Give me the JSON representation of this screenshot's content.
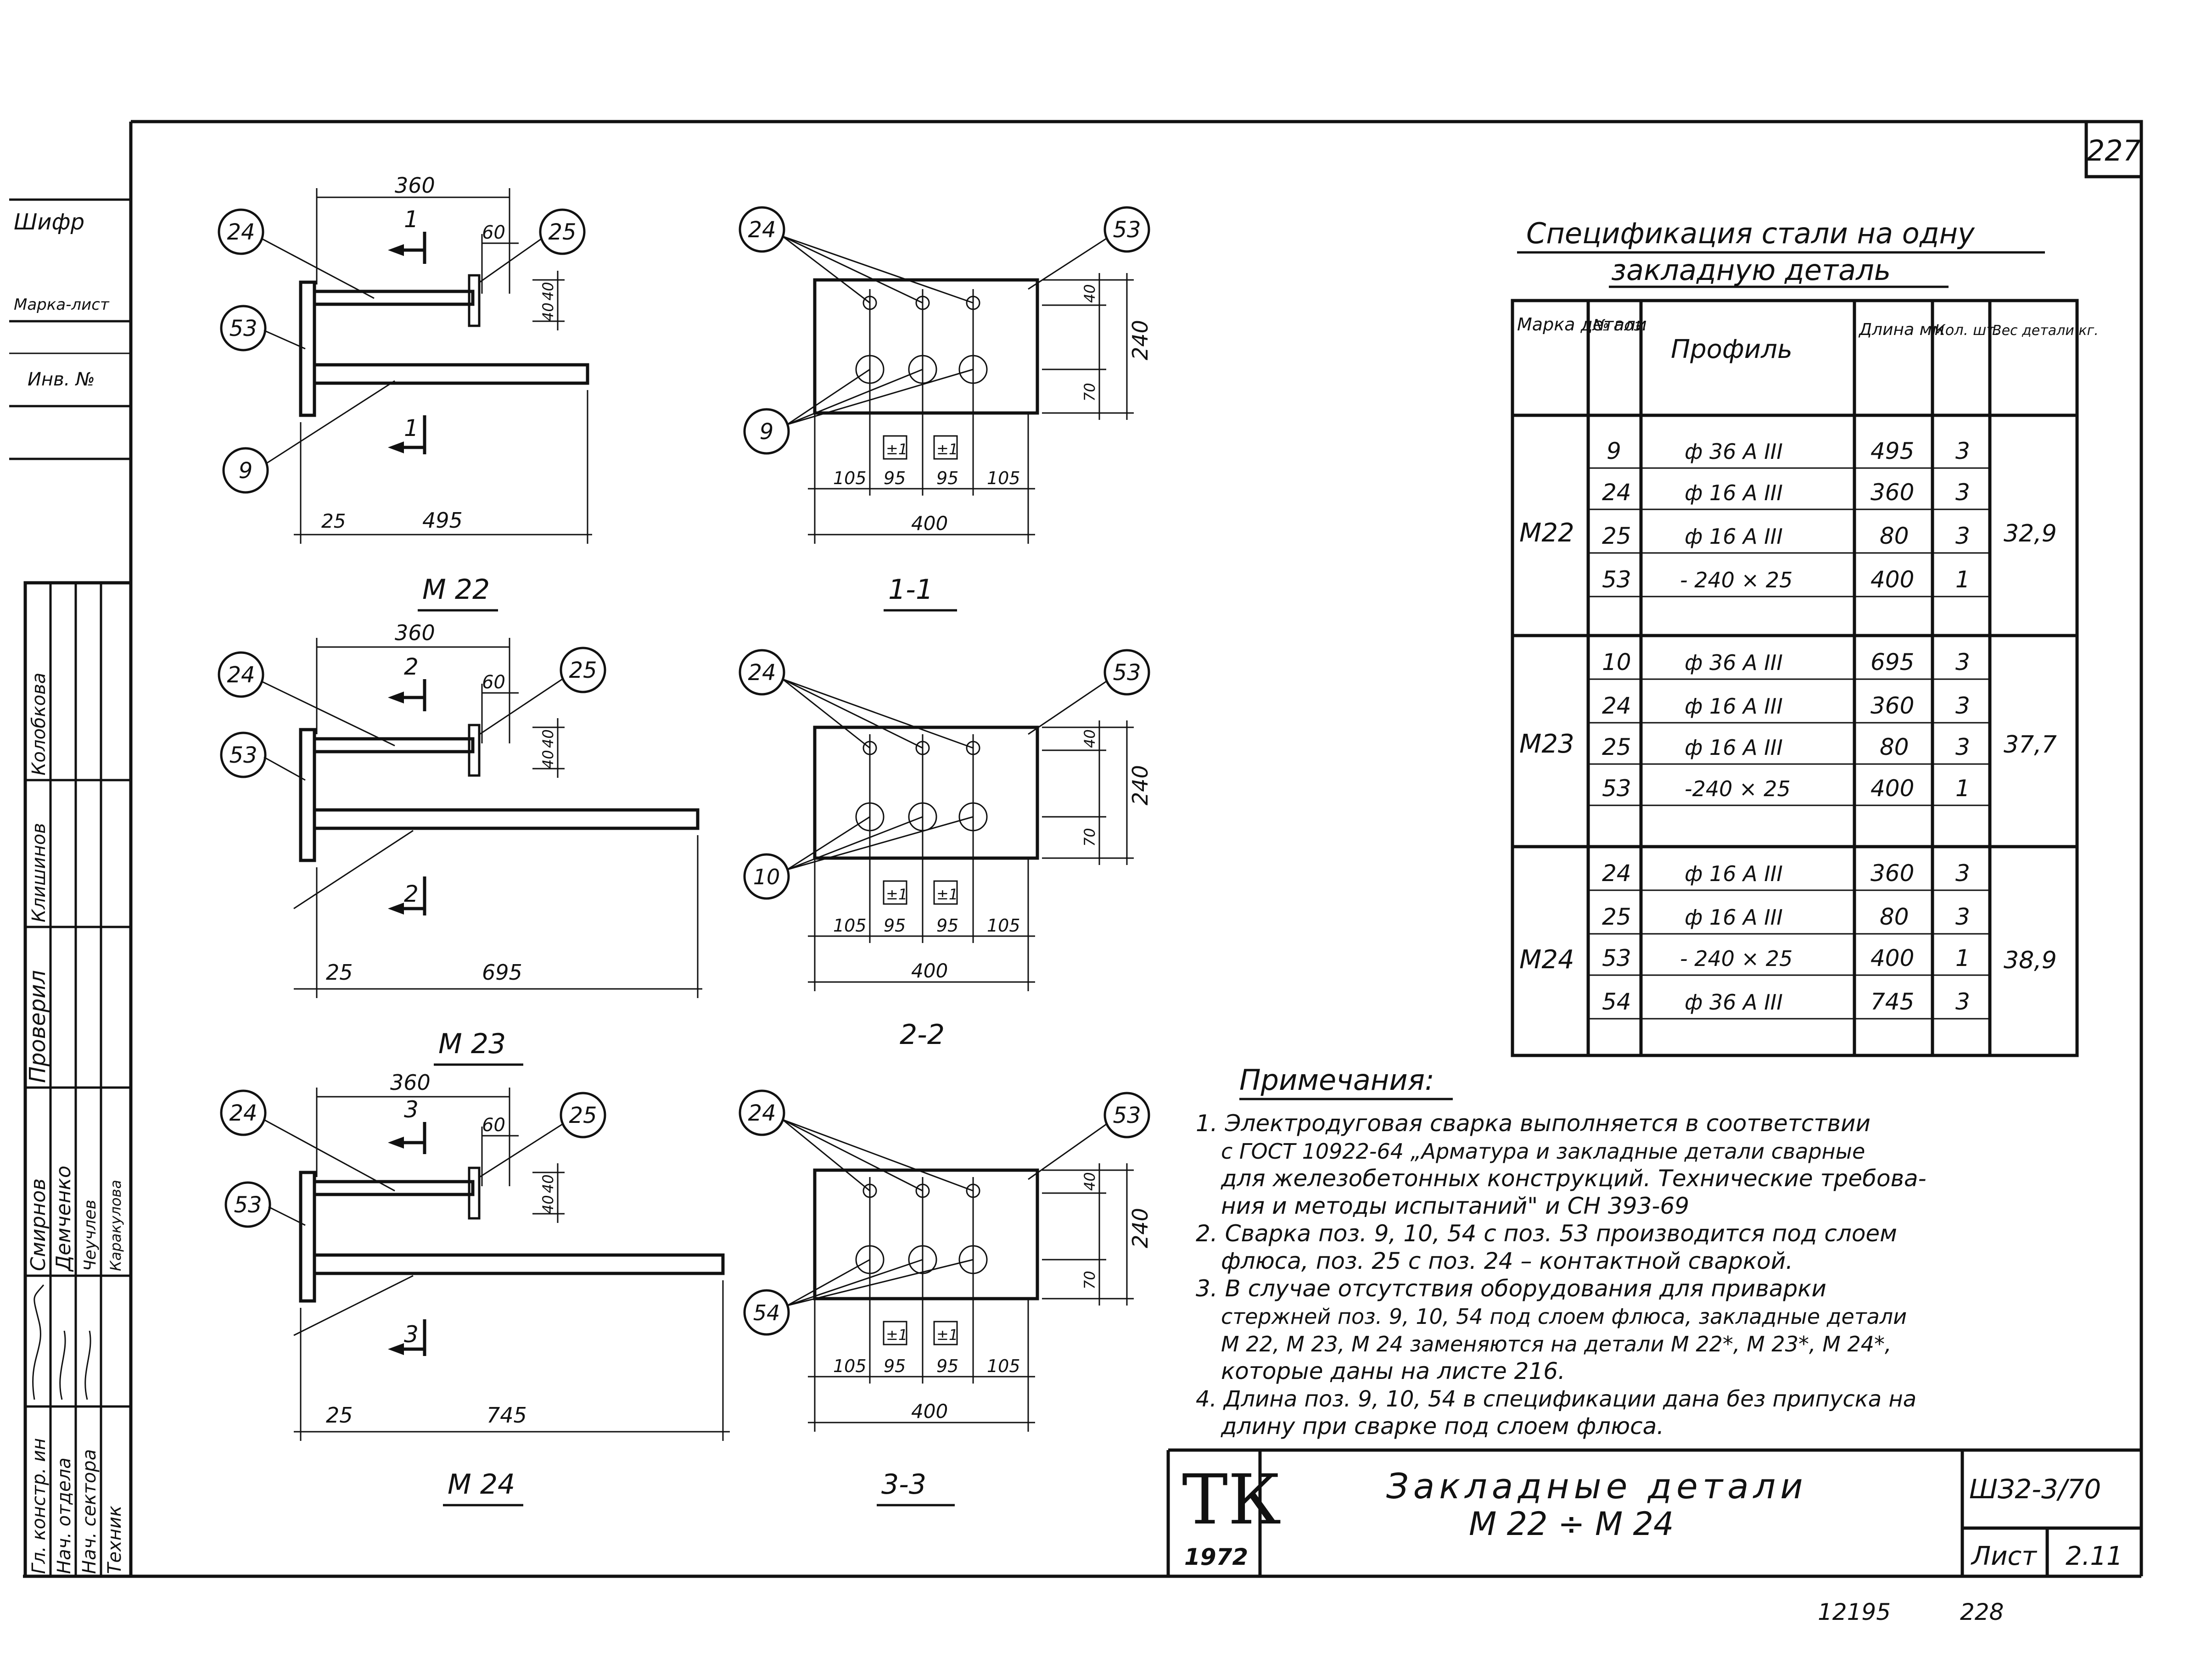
{
  "sheet_number": "227",
  "stamp_left": {
    "rows": [
      "Шифр",
      "Марка-лист",
      "Инв. №"
    ]
  },
  "signature_block": {
    "roles": [
      "Гл. констр. ин",
      "Нач. отдела",
      "Нач. сектора",
      "Техник"
    ],
    "names": [
      "Смирнов",
      "Демченко",
      "Чеучлев",
      "Каракулова"
    ],
    "checked_label": "Проверил",
    "checked_by": "Клишинов",
    "author": "Колобкова"
  },
  "views": [
    {
      "mark": "М 22",
      "section_mark": "1",
      "dims": {
        "rod_top": "360",
        "offset": "60",
        "edge1": "40",
        "edge2": "40",
        "plate": "25",
        "rod_long": "495"
      },
      "callouts": [
        "24",
        "25",
        "53",
        "9"
      ]
    },
    {
      "mark": "М 23",
      "section_mark": "2",
      "dims": {
        "rod_top": "360",
        "offset": "60",
        "edge1": "40",
        "edge2": "40",
        "plate": "25",
        "rod_long": "695"
      },
      "callouts": [
        "24",
        "25",
        "53"
      ]
    },
    {
      "mark": "М 24",
      "section_mark": "3",
      "dims": {
        "rod_top": "360",
        "offset": "60",
        "edge1": "40",
        "edge2": "40",
        "plate": "25",
        "rod_long": "745"
      },
      "callouts": [
        "24",
        "25",
        "53"
      ]
    }
  ],
  "sections": [
    {
      "label": "1-1",
      "callouts": [
        "24",
        "53",
        "9"
      ],
      "bottom_dims": [
        "105",
        "95",
        "95",
        "105"
      ],
      "total": "400",
      "side_dims": [
        "40",
        "240",
        "70"
      ],
      "marks": [
        "±1",
        "±1"
      ]
    },
    {
      "label": "2-2",
      "callouts": [
        "24",
        "53",
        "10"
      ],
      "bottom_dims": [
        "105",
        "95",
        "95",
        "105"
      ],
      "total": "400",
      "side_dims": [
        "40",
        "240",
        "70"
      ],
      "marks": [
        "±1",
        "±1"
      ]
    },
    {
      "label": "3-3",
      "callouts": [
        "24",
        "53",
        "54"
      ],
      "bottom_dims": [
        "105",
        "95",
        "95",
        "105"
      ],
      "total": "400",
      "side_dims": [
        "40",
        "240",
        "70"
      ],
      "marks": [
        "±1",
        "±1"
      ]
    }
  ],
  "spec": {
    "title_line1": "Спецификация стали на одну",
    "title_line2": "закладную деталь",
    "headers": {
      "mark": "Марка детали",
      "pos": "№ поз.",
      "profile": "Профиль",
      "length": "Длина мм",
      "qty": "Кол. шт.",
      "weight": "Вес детали кг."
    },
    "groups": [
      {
        "mark": "М22",
        "weight": "32,9",
        "rows": [
          {
            "pos": "9",
            "profile": "ф 36 А III",
            "length": "495",
            "qty": "3"
          },
          {
            "pos": "24",
            "profile": "ф 16 А III",
            "length": "360",
            "qty": "3"
          },
          {
            "pos": "25",
            "profile": "ф 16 А III",
            "length": "80",
            "qty": "3"
          },
          {
            "pos": "53",
            "profile": "- 240 × 25",
            "length": "400",
            "qty": "1"
          }
        ]
      },
      {
        "mark": "М23",
        "weight": "37,7",
        "rows": [
          {
            "pos": "10",
            "profile": "ф 36 А III",
            "length": "695",
            "qty": "3"
          },
          {
            "pos": "24",
            "profile": "ф 16 А III",
            "length": "360",
            "qty": "3"
          },
          {
            "pos": "25",
            "profile": "ф 16 А III",
            "length": "80",
            "qty": "3"
          },
          {
            "pos": "53",
            "profile": "-240 × 25",
            "length": "400",
            "qty": "1"
          }
        ]
      },
      {
        "mark": "М24",
        "weight": "38,9",
        "rows": [
          {
            "pos": "24",
            "profile": "ф 16 А III",
            "length": "360",
            "qty": "3"
          },
          {
            "pos": "25",
            "profile": "ф 16 А III",
            "length": "80",
            "qty": "3"
          },
          {
            "pos": "53",
            "profile": "- 240 × 25",
            "length": "400",
            "qty": "1"
          },
          {
            "pos": "54",
            "profile": "ф 36 А III",
            "length": "745",
            "qty": "3"
          }
        ]
      }
    ]
  },
  "notes": {
    "title": "Примечания:",
    "lines": [
      "1. Электродуговая сварка выполняется в соответствии",
      "с ГОСТ 10922-64 „Арматура и закладные детали сварные",
      "для железобетонных конструкций. Технические требова-",
      "ния и методы испытаний\" и СН 393-69",
      "2. Сварка поз. 9, 10, 54 с поз. 53 производится под слоем",
      "флюса, поз. 25 с поз. 24 – контактной сваркой.",
      "3. В случае отсутствия оборудования для приварки",
      "стержней поз. 9, 10, 54 под слоем флюса, закладные детали",
      "М 22, М 23, М 24 заменяются на детали М 22*, М 23*, М 24*,",
      "которые даны на листе 216.",
      "4. Длина поз. 9, 10, 54 в спецификации дана без припуска на",
      "длину при сварке под слоем флюса."
    ]
  },
  "title_block": {
    "logo": "ТК",
    "year": "1972",
    "title": "Закладные детали",
    "subtitle": "М 22 ÷ М 24",
    "code": "ШЗ2-3/70",
    "sheet_label": "Лист",
    "sheet_no": "2.11"
  },
  "footer": {
    "order": "12195",
    "page": "228"
  }
}
